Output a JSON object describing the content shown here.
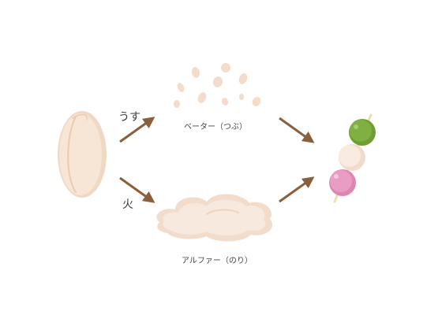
{
  "labels": {
    "top_arrow": "うす",
    "bottom_arrow": "火",
    "beta": "ベーター（つぶ）",
    "alpha": "アルファー（のり）"
  },
  "icons": {
    "rice_grain": "rice-grain-icon",
    "rice_granules": "rice-granules-icon",
    "rice_paste": "rice-paste-icon",
    "dango": "dango-icon"
  },
  "colors": {
    "arrow": "#8a5f3b",
    "rice": "#f6e3d4",
    "rice_shadow": "#eacbb1",
    "dango_green": "#7aa93c",
    "dango_white": "#f8e7da",
    "dango_pink": "#e695bd",
    "skewer": "#eadfb0"
  }
}
